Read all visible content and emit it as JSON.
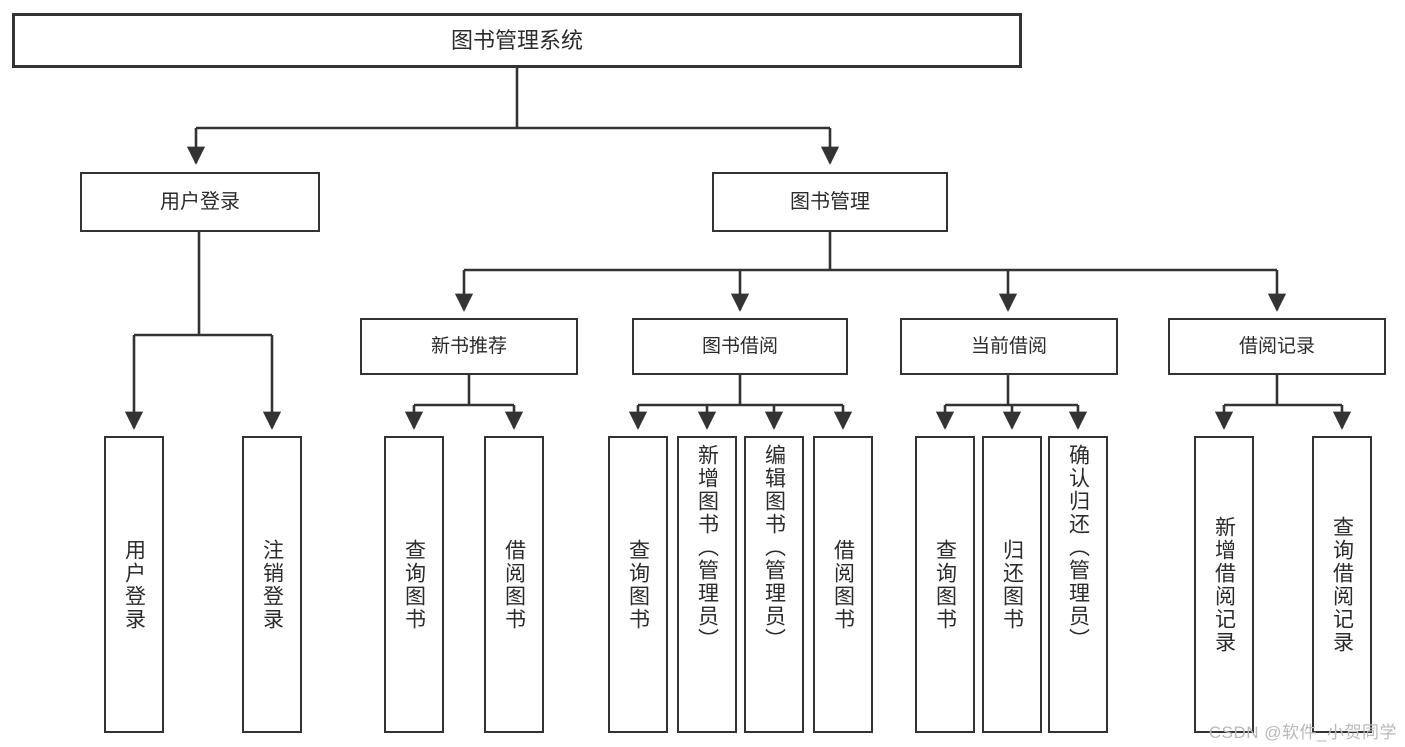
{
  "diagram": {
    "title_node": {
      "label": "图书管理系统"
    },
    "level1": [
      {
        "id": "user-login",
        "label": "用户登录"
      },
      {
        "id": "book-management",
        "label": "图书管理"
      }
    ],
    "level2": [
      {
        "id": "new-book-recommend",
        "label": "新书推荐"
      },
      {
        "id": "book-borrow",
        "label": "图书借阅"
      },
      {
        "id": "current-borrow",
        "label": "当前借阅"
      },
      {
        "id": "borrow-record",
        "label": "借阅记录"
      }
    ],
    "leaves": {
      "user_login": [
        {
          "id": "login",
          "label": "用户登录"
        },
        {
          "id": "logout",
          "label": "注销登录"
        }
      ],
      "new_book_recommend": [
        {
          "id": "query-book-1",
          "label": "查询图书"
        },
        {
          "id": "borrow-book-1",
          "label": "借阅图书"
        }
      ],
      "book_borrow": [
        {
          "id": "query-book-2",
          "label": "查询图书"
        },
        {
          "id": "add-book",
          "label": "新增图书（管理员）"
        },
        {
          "id": "edit-book",
          "label": "编辑图书（管理员）"
        },
        {
          "id": "borrow-book-2",
          "label": "借阅图书"
        }
      ],
      "current_borrow": [
        {
          "id": "query-book-3",
          "label": "查询图书"
        },
        {
          "id": "return-book",
          "label": "归还图书"
        },
        {
          "id": "confirm-return",
          "label": "确认归还（管理员）"
        }
      ],
      "borrow_record": [
        {
          "id": "add-borrow-record",
          "label": "新增借阅记录"
        },
        {
          "id": "query-borrow-record",
          "label": "查询借阅记录"
        }
      ]
    },
    "watermark": {
      "text": "CSDN @软件_小贺同学"
    },
    "colors": {
      "background": "#ffffff",
      "stroke": "#333333",
      "text": "#2b2b2b",
      "watermark": "#b9b9b9"
    }
  }
}
